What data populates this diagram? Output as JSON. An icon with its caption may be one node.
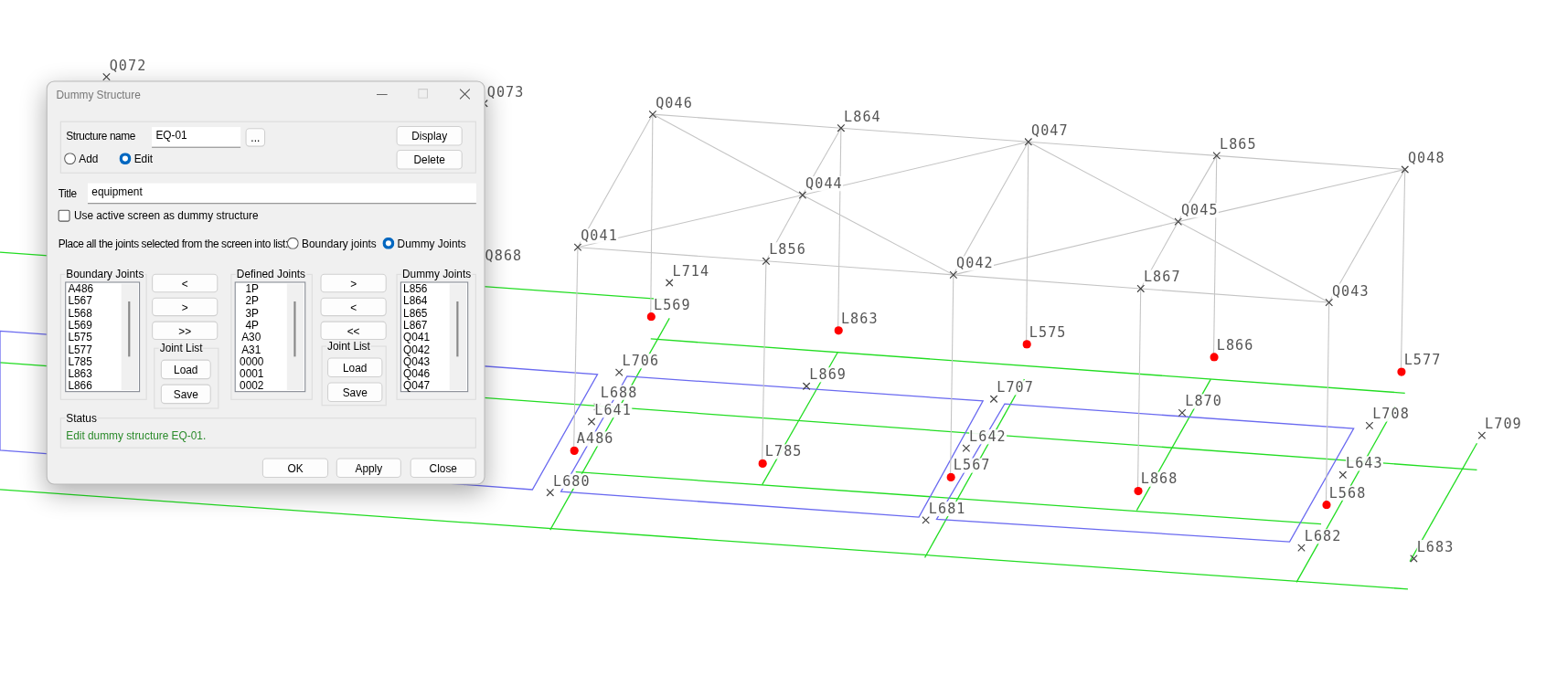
{
  "diagram": {
    "labels": [
      "Dummy Structure",
      "Structure name",
      "EQ-01",
      "...",
      "Display",
      "Add",
      "Edit",
      "Delete",
      "Title",
      "equipment",
      "Use active screen as dummy structure",
      "Place all the joints selected from the screen into list:",
      "Boundary joints",
      "Dummy Joints",
      "Boundary Joints",
      "A486",
      "L567",
      "L568",
      "L569",
      "L575",
      "L577",
      "L785",
      "L863",
      "L866",
      "<",
      ">",
      ">>",
      "Defined Joints",
      "1P",
      "2P",
      "3P",
      "4P",
      "A30",
      "A31",
      "0000",
      "0001",
      "0002",
      ">",
      "<",
      "<<",
      "Dummy Joints",
      "L856",
      "L864",
      "L865",
      "L867",
      "Q041",
      "Q042",
      "Q043",
      "Q046",
      "Q047",
      "Joint List",
      "Load",
      "Save",
      "Joint List",
      "Load",
      "Save",
      "Status",
      "Edit dummy structure EQ-01.",
      "OK",
      "Apply",
      "Close",
      "Q072",
      "Q073",
      "Q046",
      "L864",
      "Q047",
      "L865",
      "Q048",
      "Q044",
      "Q045",
      "Q041",
      "Q868",
      "L856",
      "Q042",
      "L867",
      "Q043",
      "L714",
      "L569",
      "L863",
      "L575",
      "L866",
      "L577",
      "L706",
      "L869",
      "L707",
      "L870",
      "L708",
      "L709",
      "L688",
      "L641",
      "A486",
      "L642",
      "L785",
      "L643",
      "L567",
      "L868",
      "L680",
      "L568",
      "L681",
      "L682",
      "L683"
    ]
  }
}
